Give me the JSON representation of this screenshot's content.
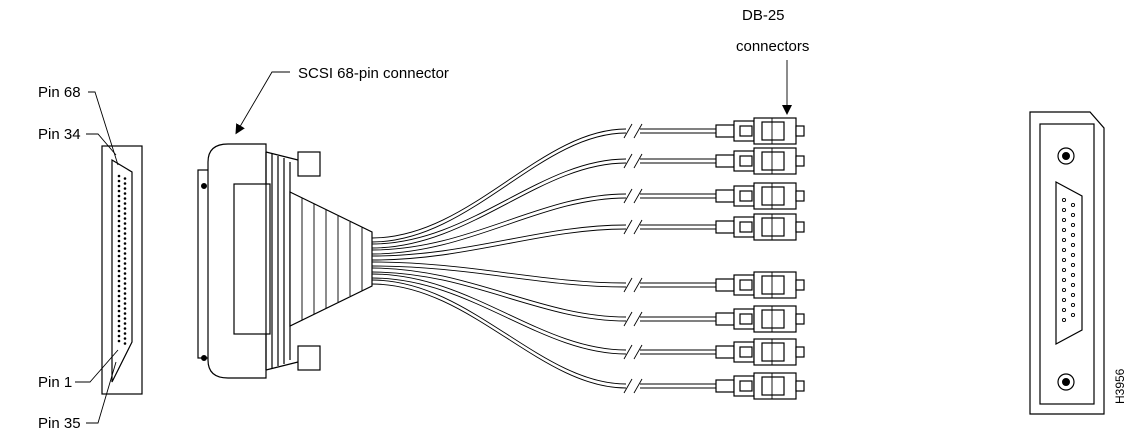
{
  "labels": {
    "pin_68": "Pin 68",
    "pin_34": "Pin 34",
    "pin_1": "Pin 1",
    "pin_35": "Pin 35",
    "scsi_connector": "SCSI 68-pin connector",
    "db25_line1": "DB-25",
    "db25_line2": "connectors",
    "figure_id": "H3956"
  },
  "db25_cable_count": 8
}
